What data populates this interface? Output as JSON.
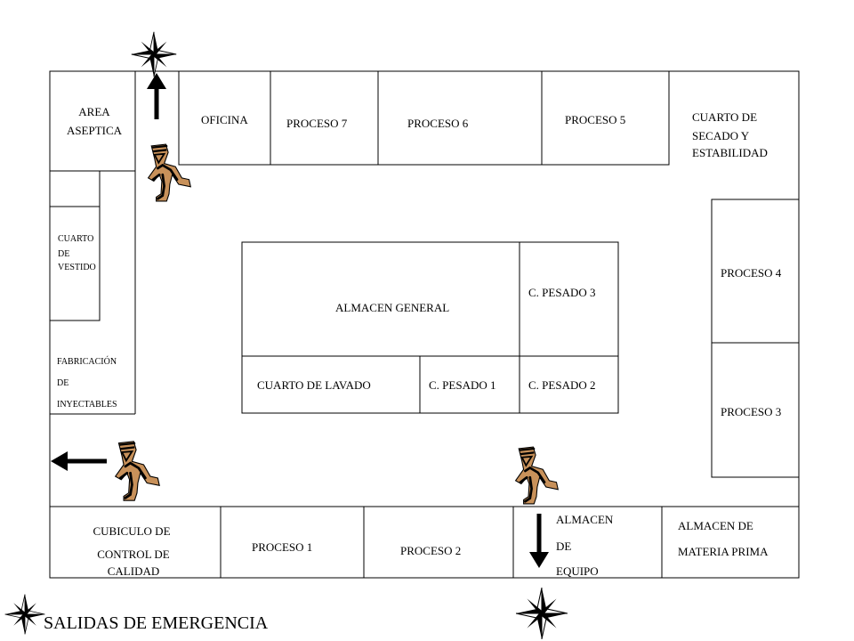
{
  "rooms": {
    "area_aseptica": [
      "AREA",
      "ASEPTICA"
    ],
    "oficina": [
      "OFICINA"
    ],
    "proceso_7": [
      "PROCESO 7"
    ],
    "proceso_6": [
      "PROCESO 6"
    ],
    "proceso_5": [
      "PROCESO 5"
    ],
    "cuarto_secado": [
      "CUARTO DE",
      "SECADO Y",
      "ESTABILIDAD"
    ],
    "cuarto_vestido": [
      "CUARTO",
      "DE",
      "VESTIDO"
    ],
    "fabricacion": [
      "FABRICACIÓN",
      "DE",
      "INYECTABLES"
    ],
    "almacen_general": [
      "ALMACEN GENERAL"
    ],
    "c_pesado_3": [
      "C. PESADO 3"
    ],
    "cuarto_lavado": [
      "CUARTO DE  LAVADO"
    ],
    "c_pesado_1": [
      "C. PESADO 1"
    ],
    "c_pesado_2": [
      "C. PESADO 2"
    ],
    "proceso_4": [
      "PROCESO 4"
    ],
    "proceso_3": [
      "PROCESO 3"
    ],
    "cubiculo_control": [
      "CUBICULO DE",
      "CONTROL DE",
      "CALIDAD"
    ],
    "proceso_1": [
      "PROCESO 1"
    ],
    "proceso_2": [
      "PROCESO 2"
    ],
    "almacen_equipo": [
      "ALMACEN",
      "DE",
      "EQUIPO"
    ],
    "almacen_materia": [
      "ALMACEN DE",
      "MATERIA PRIMA"
    ]
  },
  "legend": {
    "label": "SALIDAS DE EMERGENCIA"
  },
  "icons": {
    "compass": "compass-star-icon",
    "runner": "running-person-icon",
    "arrow": "exit-arrow-icon"
  },
  "colors": {
    "runner_fill": "#c8915a",
    "line": "#000000"
  }
}
